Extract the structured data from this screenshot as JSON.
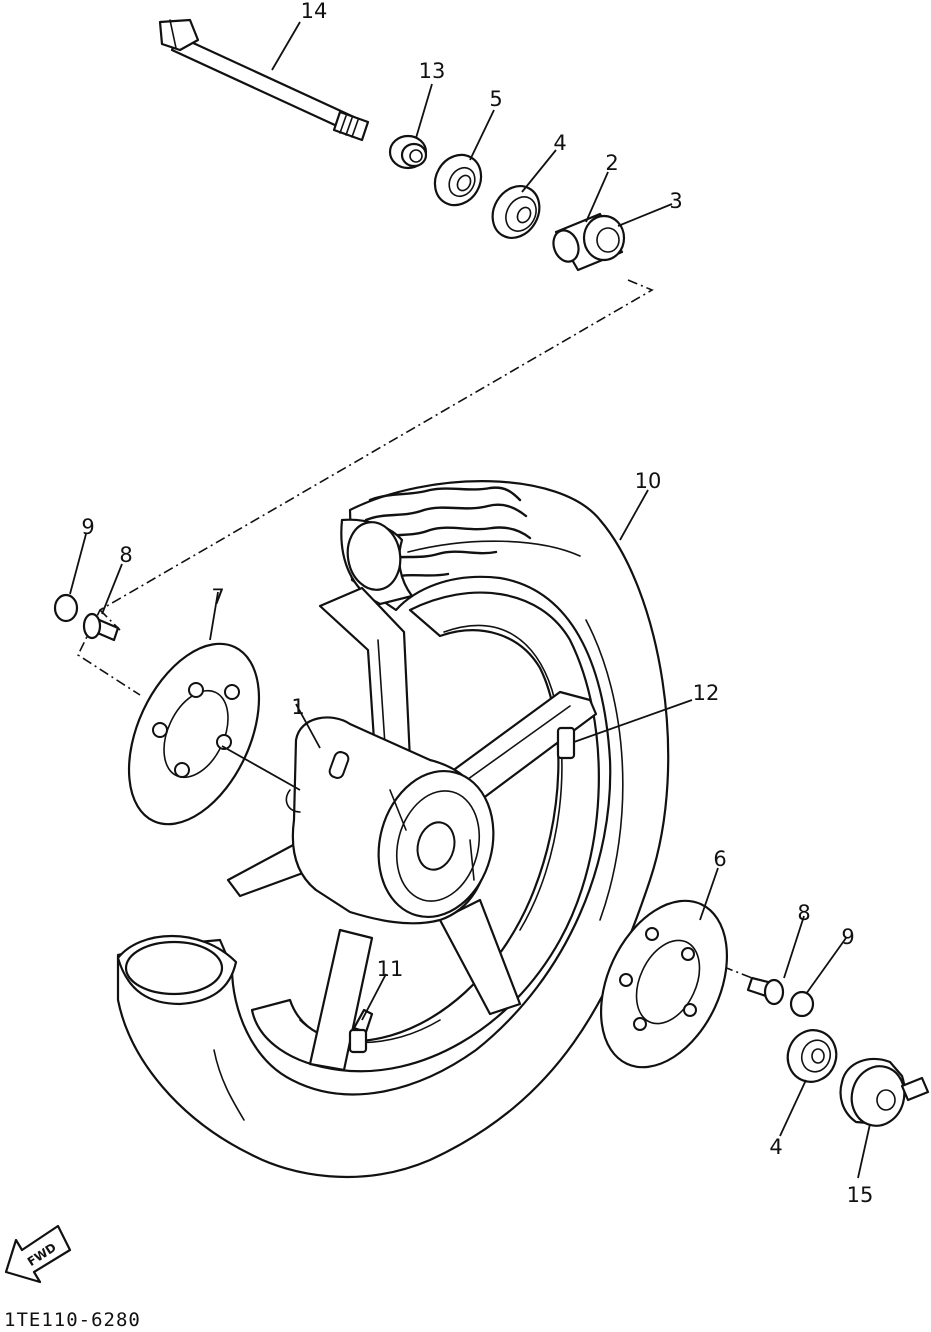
{
  "diagram_code": "1TE110-6280",
  "direction_label": "FWD",
  "callouts": [
    {
      "id": "c14",
      "label": "14"
    },
    {
      "id": "c13",
      "label": "13"
    },
    {
      "id": "c5",
      "label": "5"
    },
    {
      "id": "c4a",
      "label": "4"
    },
    {
      "id": "c2",
      "label": "2"
    },
    {
      "id": "c3",
      "label": "3"
    },
    {
      "id": "c10",
      "label": "10"
    },
    {
      "id": "c9a",
      "label": "9"
    },
    {
      "id": "c8a",
      "label": "8"
    },
    {
      "id": "c7",
      "label": "7"
    },
    {
      "id": "c1",
      "label": "1"
    },
    {
      "id": "c12",
      "label": "12"
    },
    {
      "id": "c6",
      "label": "6"
    },
    {
      "id": "c8b",
      "label": "8"
    },
    {
      "id": "c9b",
      "label": "9"
    },
    {
      "id": "c11",
      "label": "11"
    },
    {
      "id": "c4b",
      "label": "4"
    },
    {
      "id": "c15",
      "label": "15"
    }
  ]
}
